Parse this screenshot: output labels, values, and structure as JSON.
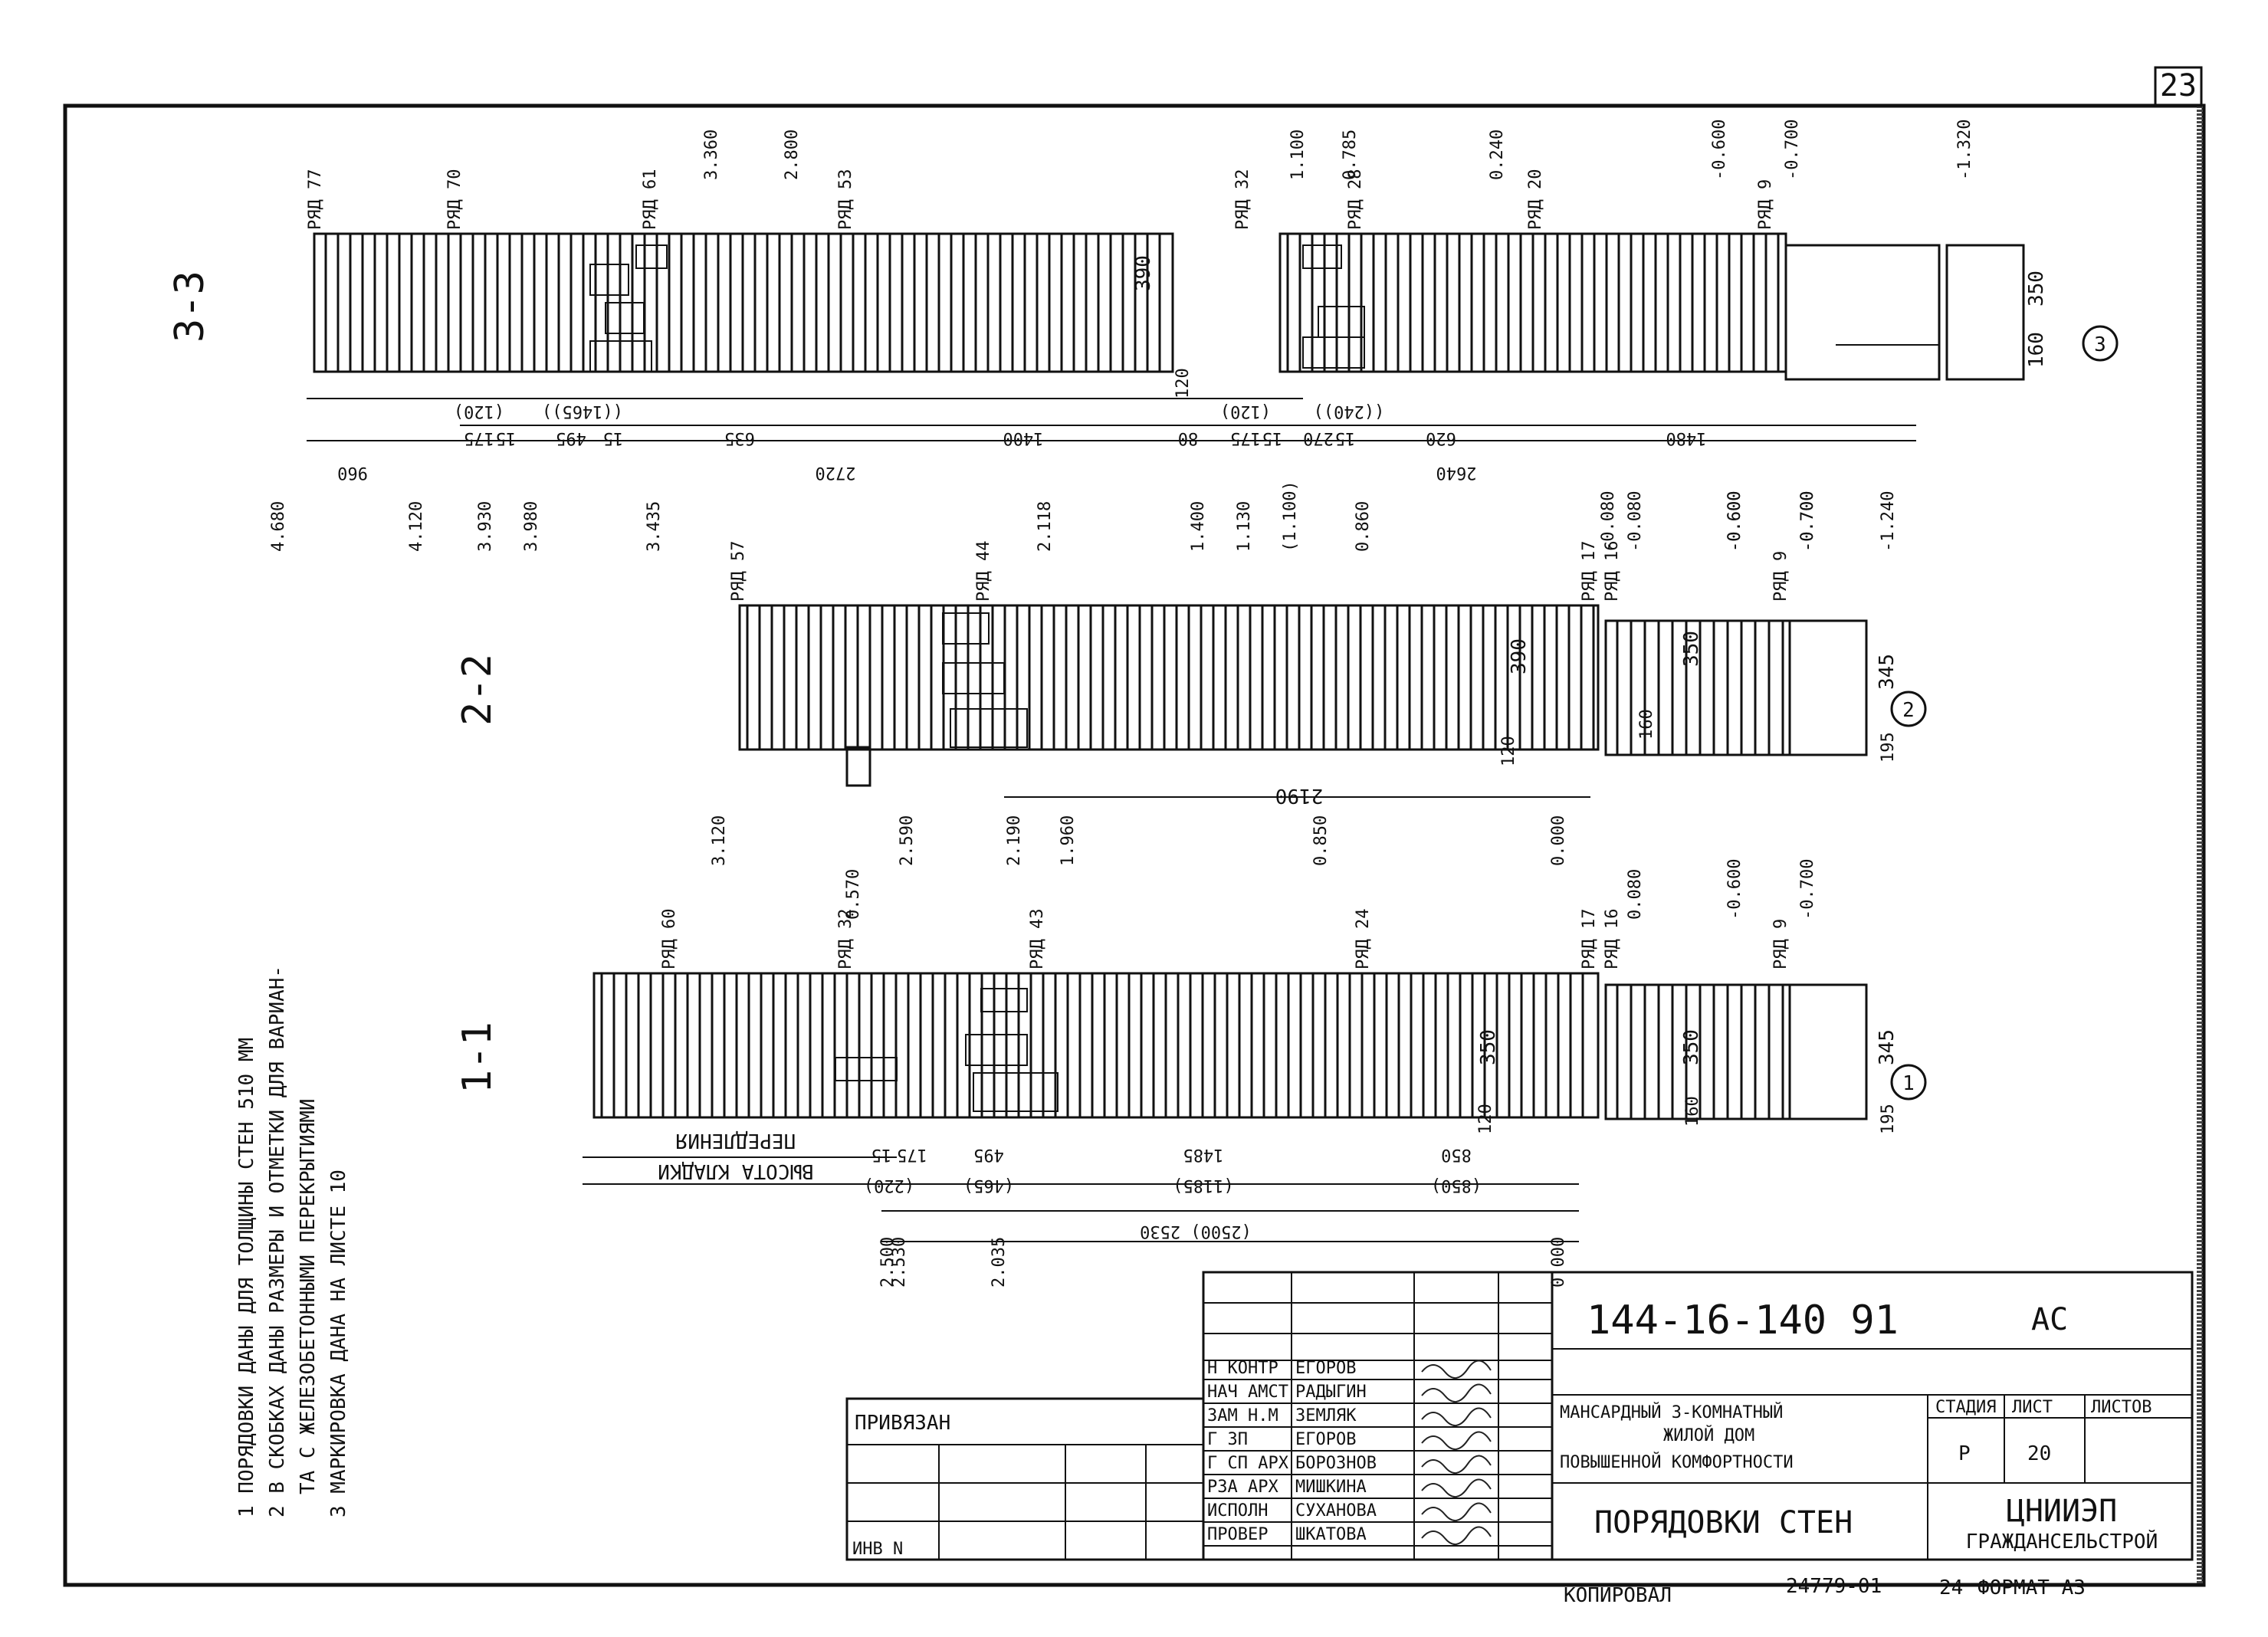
{
  "sheet_number": "23",
  "sections": [
    {
      "id": "3-3",
      "name": "3-3",
      "section_marker": "3",
      "row_labels": [
        "РЯД 77",
        "РЯД 70",
        "РЯД 61",
        "РЯД 53",
        "РЯД 32",
        "РЯД 28",
        "РЯД 20",
        "РЯД 9"
      ],
      "top_elevations": [
        "3.360",
        "2.800",
        "1.100",
        "0.785",
        "0.240",
        "-0.600",
        "-0.700",
        "-1.320"
      ],
      "inner_dims": [
        "390",
        "120",
        "350",
        "160"
      ],
      "dims_row1": [
        "(120)",
        "((1465))",
        "(120)",
        "((240))"
      ],
      "dims_row2": [
        "175",
        "15",
        "495",
        "15",
        "635",
        "1400",
        "80",
        "175",
        "15",
        "270",
        "15",
        "620",
        "1480"
      ],
      "dims_row3": [
        "960",
        "2720",
        "2640"
      ],
      "bottom_elevations": [
        "4.680",
        "4.120",
        "3.930",
        "3.980",
        "3.435",
        "1.400",
        "1.130",
        "(1.100)",
        "0.860",
        "-0.080",
        "-0.600",
        "-0.700",
        "-1.240"
      ]
    },
    {
      "id": "2-2",
      "name": "2-2",
      "section_marker": "2",
      "row_labels": [
        "РЯД 57",
        "РЯД 44",
        "РЯД 17",
        "РЯД 16",
        "РЯД 9"
      ],
      "top_elevations": [
        "2.118",
        "-0.080",
        "-0.600",
        "-0.700"
      ],
      "inner_dims": [
        "390",
        "350",
        "120",
        "160",
        "195",
        "345"
      ],
      "dims_row1": [
        "2190"
      ],
      "bottom_elevations": [
        "3.120",
        "2.590",
        "2.190",
        "1.960",
        "0.850",
        "0.000"
      ]
    },
    {
      "id": "1-1",
      "name": "1-1",
      "section_marker": "1",
      "row_labels": [
        "РЯД 60",
        "РЯД 32",
        "РЯД 43",
        "РЯД 24",
        "РЯД 17",
        "РЯД 16",
        "РЯД 9"
      ],
      "top_elevations": [
        "0.570",
        "0.080",
        "-0.600",
        "-0.700"
      ],
      "inner_dims": [
        "350",
        "120",
        "350",
        "160",
        "195",
        "345"
      ],
      "bottom_labels": [
        "ПЕРЕДЛЕНИЯ",
        "ВЫСОТА КЛАДКИ"
      ],
      "dims_row1": [
        "15",
        "175",
        "495",
        "1485",
        "850"
      ],
      "dims_row2": [
        "(220)",
        "(465)",
        "(1185)",
        "(850)"
      ],
      "dims_row3": [
        "(2500) 2530"
      ],
      "bottom_elevations": [
        "2.530",
        "2.500",
        "2.035",
        "0.000"
      ]
    }
  ],
  "notes": [
    "1 ПОРЯДОВКИ ДАНЫ ДЛЯ ТОЛЩИНЫ СТЕН 510 ММ",
    "2 В СКОБКАХ ДАНЫ РАЗМЕРЫ И ОТМЕТКИ ДЛЯ ВАРИАН-",
    "ТА С ЖЕЛЕЗОБЕТОННЫМИ ПЕРЕКРЫТИЯМИ",
    "3 МАРКИРОВКА ДАНА НА ЛИСТЕ 10"
  ],
  "title_block": {
    "code": "144-16-140 91",
    "suffix": "АС",
    "binding_label": "ПРИВЯЗАН",
    "inv_label": "ИНВ N",
    "staff": [
      {
        "role": "Н КОНТР",
        "name": "ЕГОРОВ"
      },
      {
        "role": "НАЧ АМСТ",
        "name": "РАДЫГИН"
      },
      {
        "role": "ЗАМ Н.М",
        "name": "ЗЕМЛЯК"
      },
      {
        "role": "Г ЗП",
        "name": "ЕГОРОВ"
      },
      {
        "role": "Г СП АРХ",
        "name": "БОРОЗНОВ"
      },
      {
        "role": "РЗА АРХ",
        "name": "МИШКИНА"
      },
      {
        "role": "ИСПОЛН",
        "name": "СУХАНОВА"
      },
      {
        "role": "ПРОВЕР",
        "name": "ШКАТОВА"
      }
    ],
    "project_desc": [
      "МАНСАРДНЫЙ 3-КОМНАТНЫЙ",
      "ЖИЛОЙ ДОМ",
      "ПОВЫШЕННОЙ КОМФОРТНОСТИ"
    ],
    "sheet_title": "ПОРЯДОВКИ СТЕН",
    "stage_header": "СТАДИЯ",
    "sheet_header": "ЛИСТ",
    "sheets_header": "ЛИСТОВ",
    "stage_value": "Р",
    "sheet_value": "20",
    "org_line1": "ЦНИИЭП",
    "org_line2": "ГРАЖДАНСЕЛЬСТРОЙ"
  },
  "footer": {
    "copied": "КОПИРОВАЛ",
    "copy_number": "24779-01",
    "page": "24",
    "format": "ФОРМАТ А3"
  }
}
